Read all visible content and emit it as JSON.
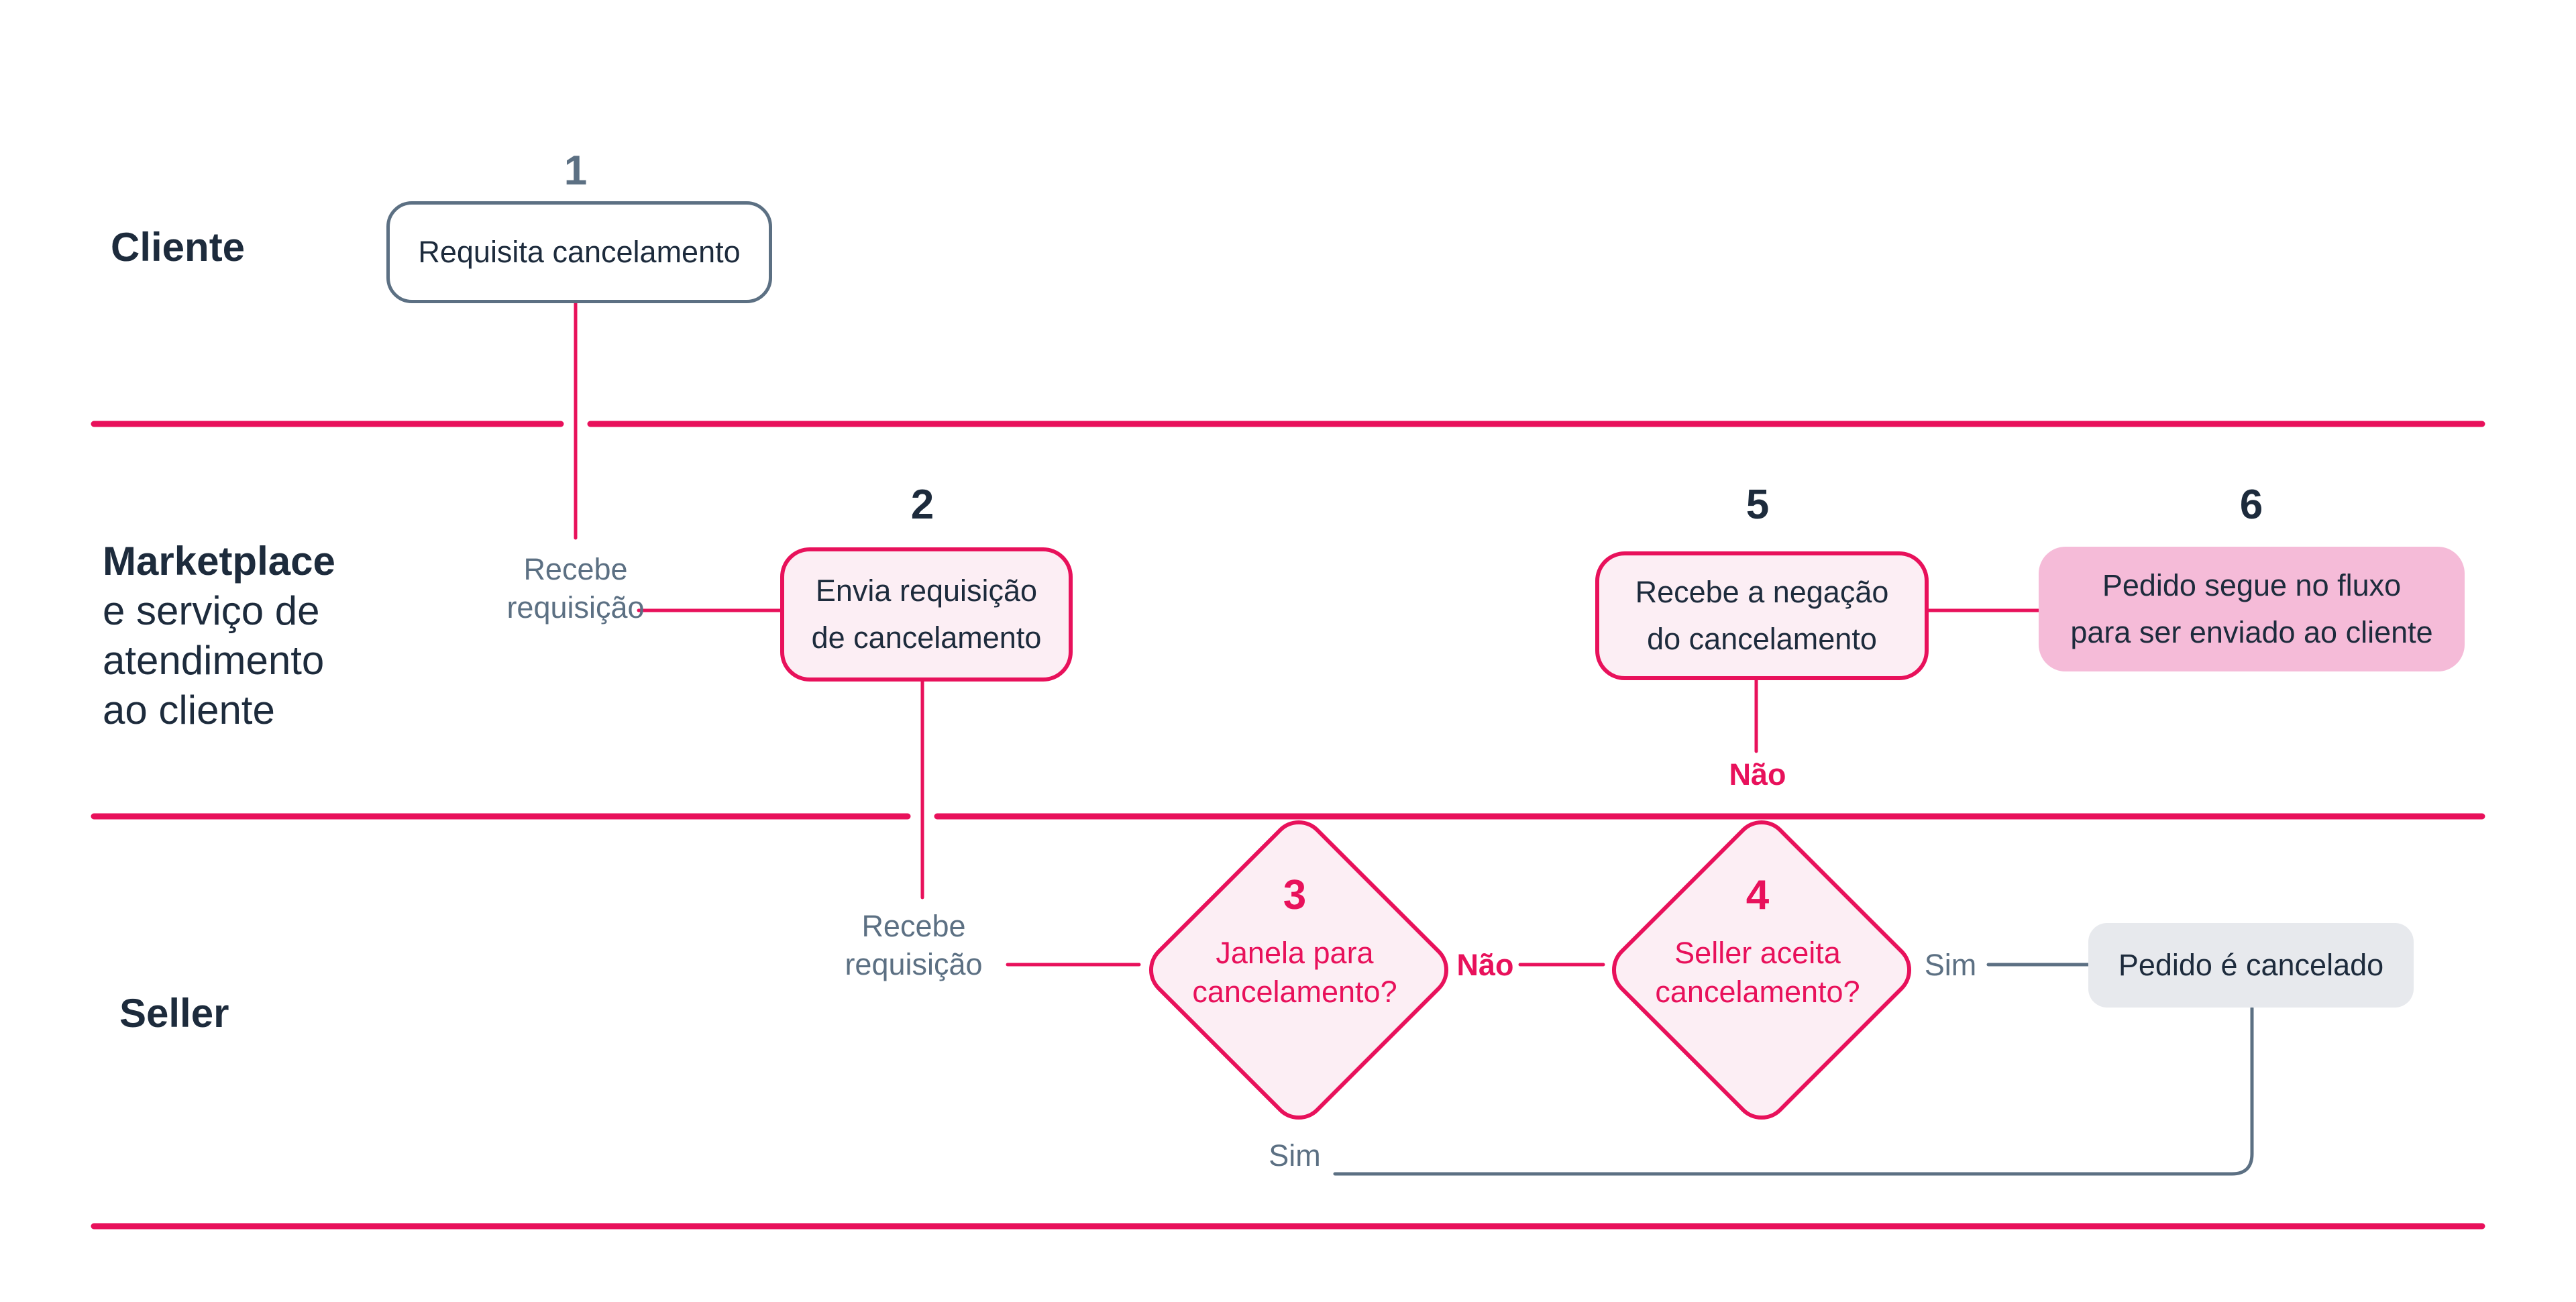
{
  "colors": {
    "accent_pink": "#E8115B",
    "light_pink_fill": "#FCEEF4",
    "medium_pink_fill": "#F5BBD8",
    "navy_text": "#1D2B3C",
    "slate": "#5C7083",
    "gray_fill": "#E7E9ED"
  },
  "lanes": {
    "cliente": {
      "label": "Cliente"
    },
    "marketplace": {
      "line1": "Marketplace",
      "line2": "e serviço de",
      "line3": "atendimento",
      "line4": "ao cliente"
    },
    "seller": {
      "label": "Seller"
    }
  },
  "nodes": {
    "step1": {
      "number": "1",
      "label": "Requisita cancelamento"
    },
    "step2": {
      "number": "2",
      "line1": "Envia requisição",
      "line2": "de cancelamento"
    },
    "step3": {
      "number": "3",
      "line1": "Janela para",
      "line2": "cancelamento?"
    },
    "step4": {
      "number": "4",
      "line1": "Seller aceita",
      "line2": "cancelamento?"
    },
    "step5": {
      "number": "5",
      "line1": "Recebe a negação",
      "line2": "do cancelamento"
    },
    "step6": {
      "number": "6",
      "line1": "Pedido segue no fluxo",
      "line2": "para ser enviado ao cliente"
    },
    "cancelled": {
      "label": "Pedido é cancelado"
    }
  },
  "labels": {
    "receives_request_marketplace": {
      "line1": "Recebe",
      "line2": "requisição"
    },
    "receives_request_seller": {
      "line1": "Recebe",
      "line2": "requisição"
    },
    "no_between_decisions": "Não",
    "no_to_marketplace": "Não",
    "yes_to_cancelled": "Sim",
    "yes_from_window": "Sim"
  }
}
